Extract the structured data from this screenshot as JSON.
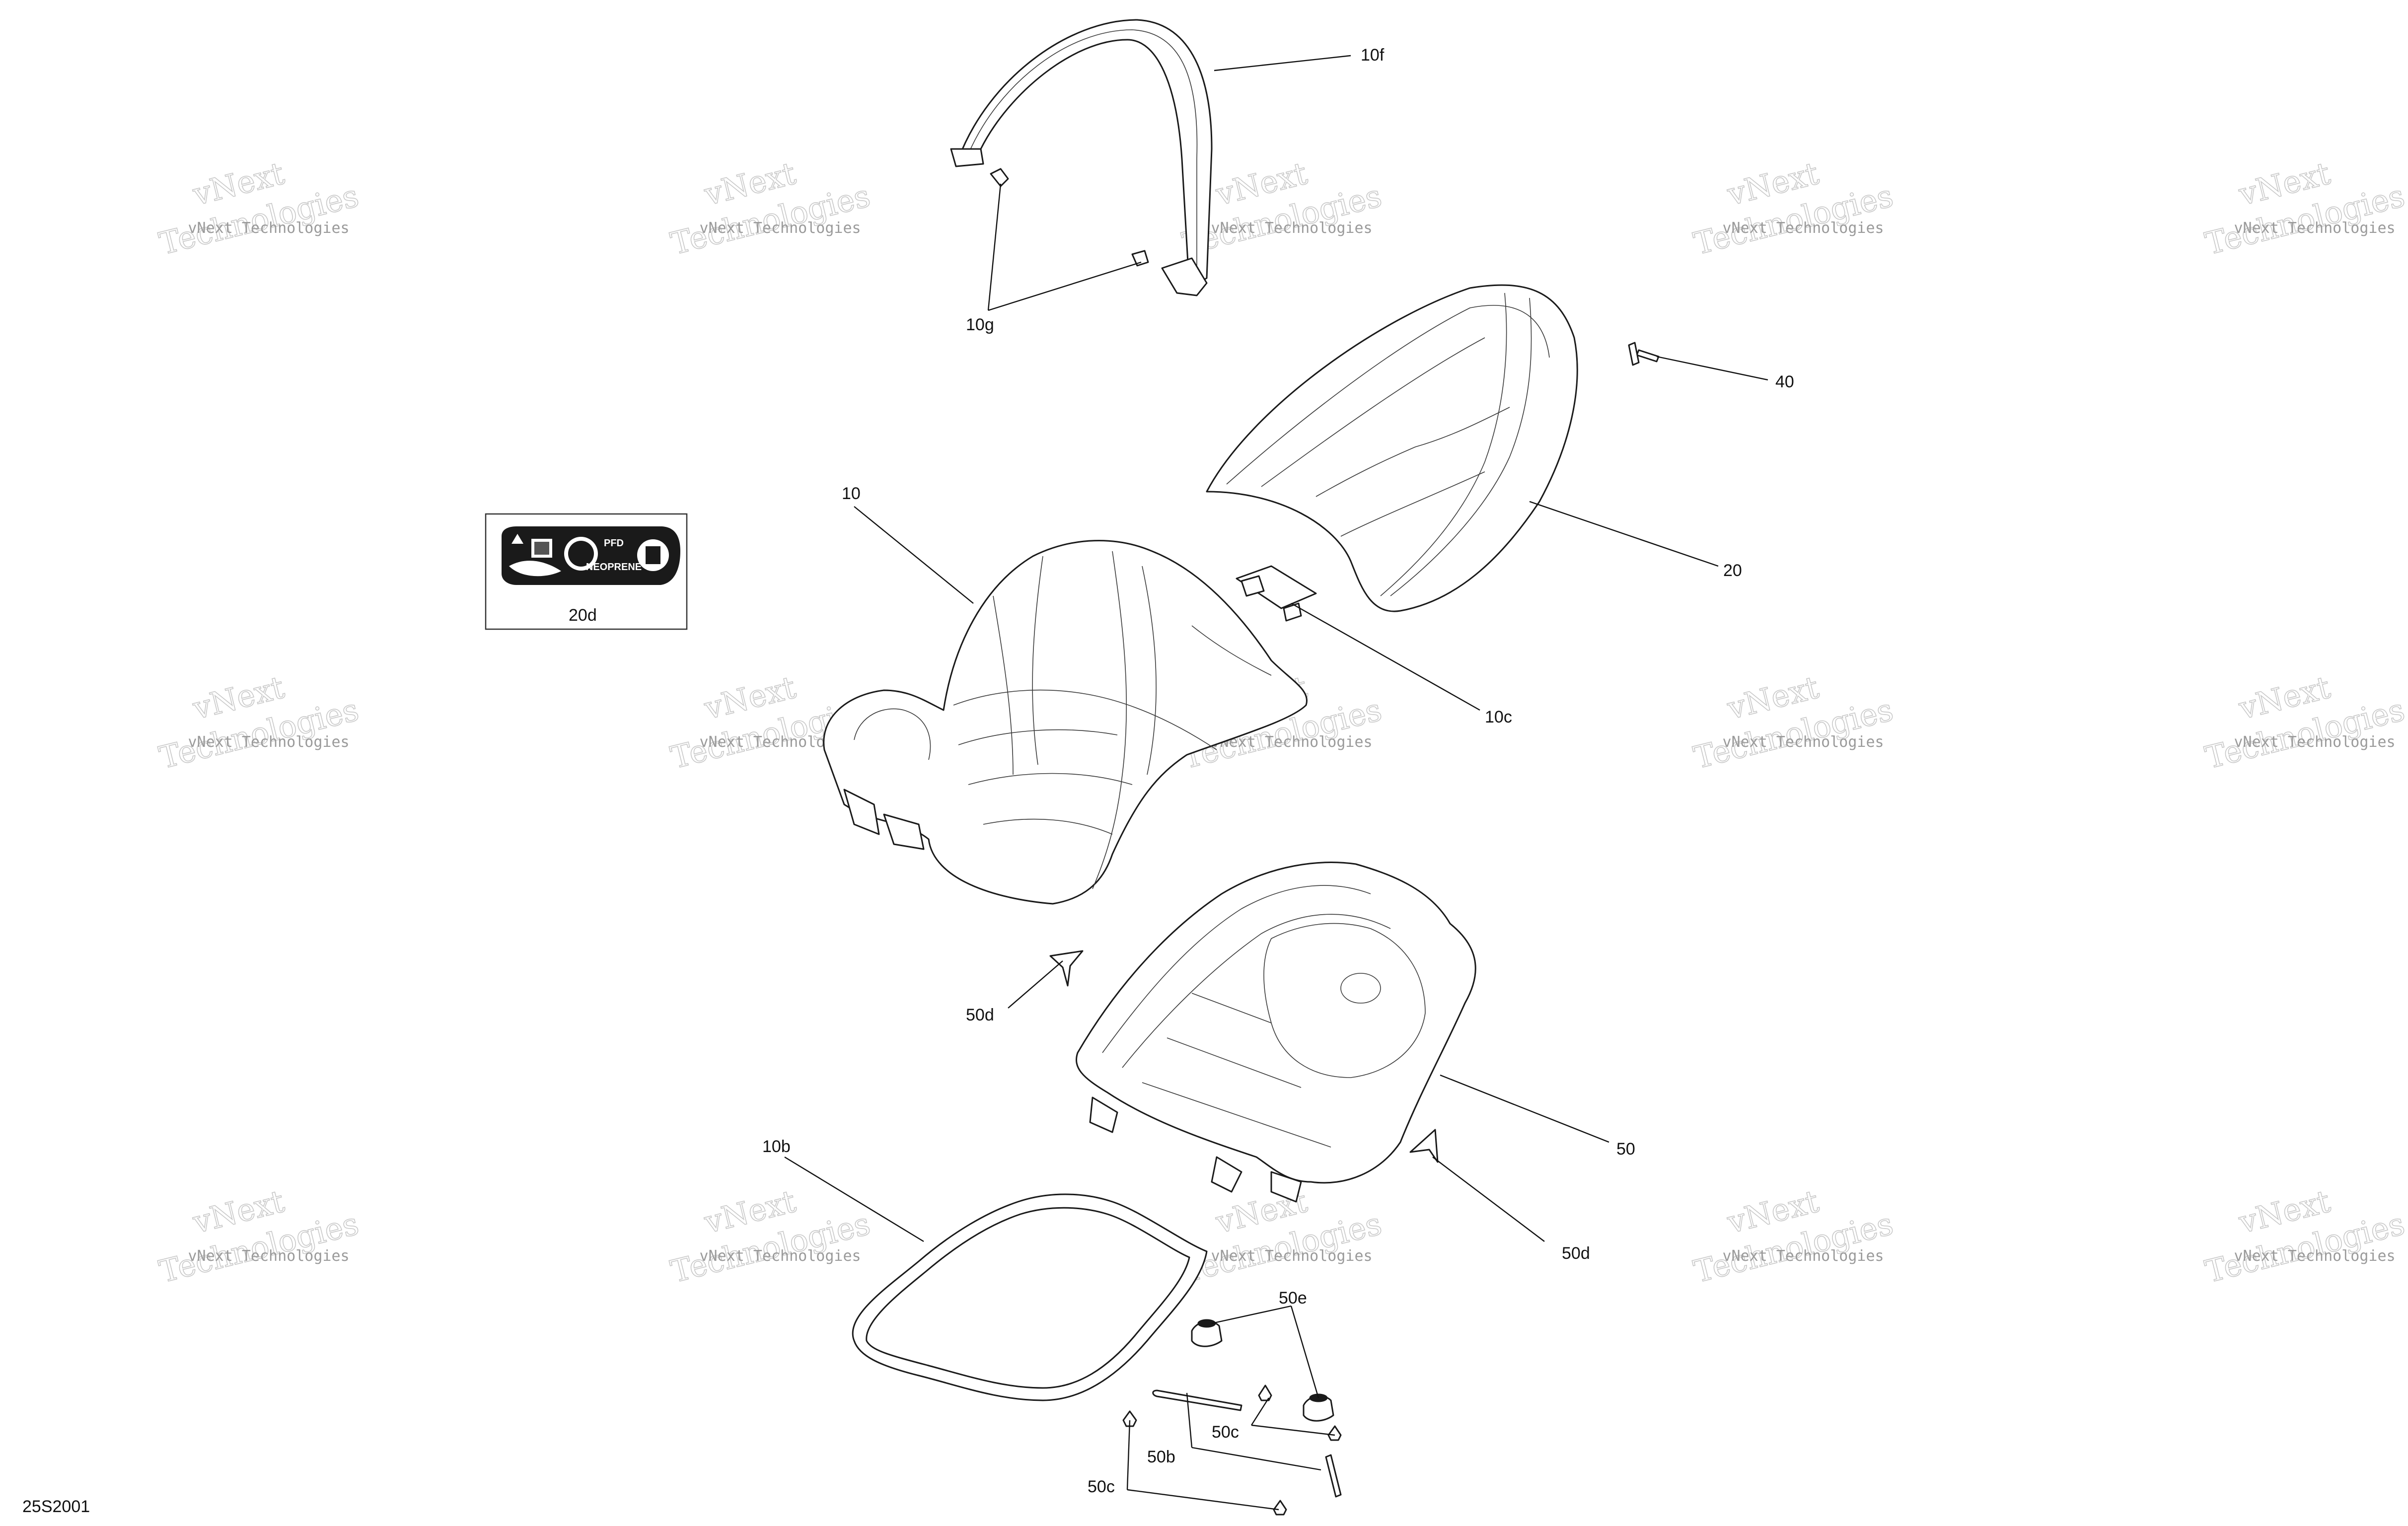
{
  "watermark": {
    "line1": "vNext Technologies",
    "line2": "Technologies",
    "sub": "vNext"
  },
  "callouts": {
    "c10f": "10f",
    "c10g": "10g",
    "c40": "40",
    "c20": "20",
    "c10": "10",
    "c20d": "20d",
    "c10c": "10c",
    "c50d_a": "50d",
    "c50": "50",
    "c10b": "10b",
    "c50d_b": "50d",
    "c50e": "50e",
    "c50c_a": "50c",
    "c50b": "50b",
    "c50c_b": "50c"
  },
  "diagram_code": "25S2001",
  "decal": {
    "line1": "PFD",
    "line2": "NEOPRENE"
  }
}
